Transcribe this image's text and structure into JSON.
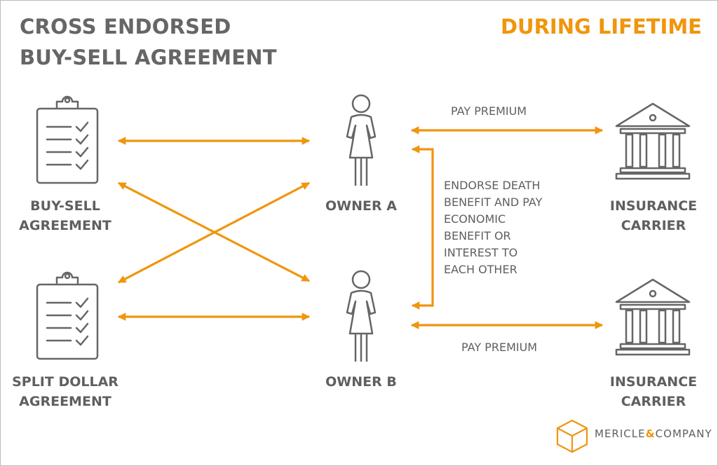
{
  "header": {
    "title_line1": "CROSS ENDORSED",
    "title_line2": "BUY-SELL AGREEMENT",
    "subtitle": "DURING LIFETIME"
  },
  "nodes": {
    "buy_sell": [
      "BUY-SELL",
      "AGREEMENT"
    ],
    "split_dollar": [
      "SPLIT DOLLAR",
      "AGREEMENT"
    ],
    "owner_a": "OWNER A",
    "owner_b": "OWNER B",
    "carrier_top": [
      "INSURANCE",
      "CARRIER"
    ],
    "carrier_bottom": [
      "INSURANCE",
      "CARRIER"
    ]
  },
  "edges": {
    "pay_premium_top": "PAY PREMIUM",
    "pay_premium_bottom": "PAY PREMIUM",
    "endorse": [
      "ENDORSE DEATH",
      "BENEFIT AND PAY",
      "ECONOMIC",
      "BENEFIT OR",
      "INTEREST TO",
      "EACH OTHER"
    ]
  },
  "logo": {
    "name_part1": "MERICLE",
    "ampersand": "&",
    "name_part2": "COMPANY"
  },
  "colors": {
    "accent": "#f0950c",
    "text": "#5f5f5f",
    "icon": "#666666"
  },
  "icons": {
    "agreement": "clipboard-checklist-icon",
    "owner": "person-icon",
    "carrier": "bank-building-icon",
    "logo": "cube-icon"
  }
}
